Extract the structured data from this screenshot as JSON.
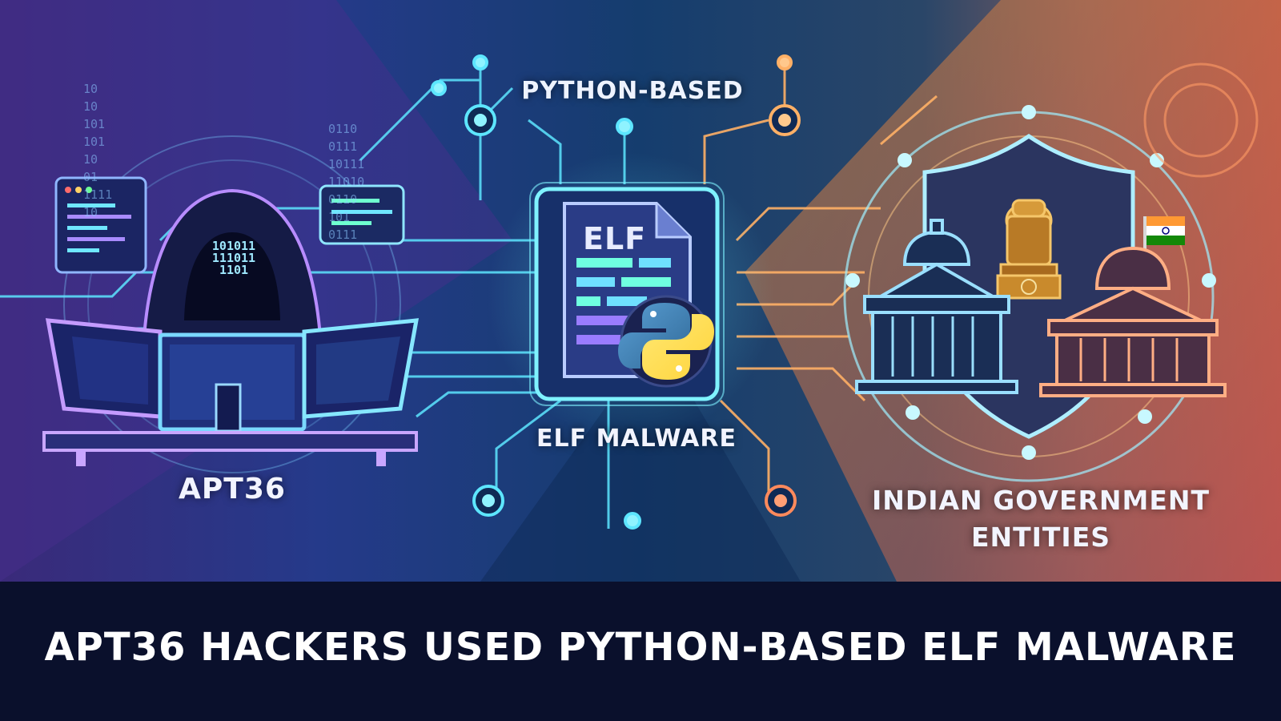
{
  "labels": {
    "top_center": "PYTHON-BASED",
    "file_badge": "ELF",
    "center_bottom": "ELF MALWARE",
    "left_actor": "APT36",
    "right_target_line1": "INDIAN GOVERNMENT",
    "right_target_line2": "ENTITIES"
  },
  "hood_code": [
    "101011",
    "111011",
    "1101"
  ],
  "binary_left": [
    "10",
    "10",
    "101",
    "101",
    "10",
    "01",
    "1111",
    "10"
  ],
  "binary_mid": [
    "0110",
    "0111",
    "10111",
    "11010",
    "0110",
    "101",
    "0111"
  ],
  "banner": {
    "title": "APT36 HACKERS USED PYTHON-BASED ELF MALWARE"
  },
  "icons": [
    "hacker-icon",
    "code-window-icon",
    "elf-file-icon",
    "python-logo-icon",
    "shield-icon",
    "emblem-icon",
    "flag-icon",
    "government-building-icon"
  ],
  "colors": {
    "cyan": "#5de6ff",
    "orange": "#ffb066",
    "purple": "#a77cff",
    "banner_bg": "#0a102c",
    "text": "#ffffff"
  }
}
